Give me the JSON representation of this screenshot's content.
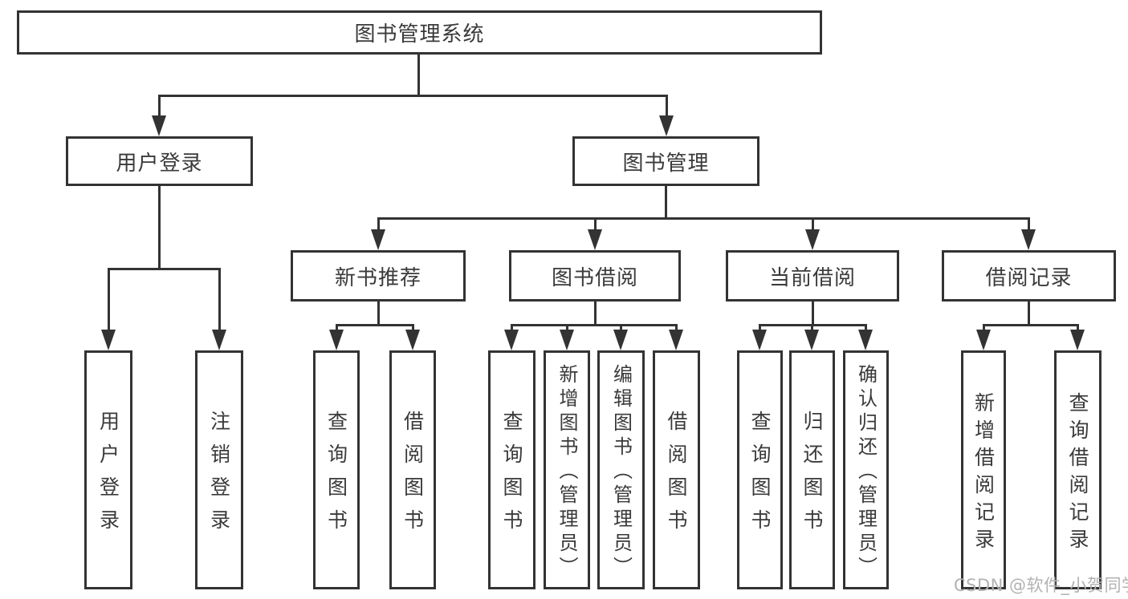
{
  "diagram_type": "hierarchy-tree",
  "colors": {
    "line": "#333333",
    "text": "#3a3a3a",
    "background": "#ffffff",
    "watermark": "#b2b2b2"
  },
  "tree": {
    "label": "图书管理系统",
    "children": [
      {
        "label": "用户登录",
        "children": [
          {
            "label": "用户登录"
          },
          {
            "label": "注销登录"
          }
        ]
      },
      {
        "label": "图书管理",
        "children": [
          {
            "label": "新书推荐",
            "children": [
              {
                "label": "查询图书"
              },
              {
                "label": "借阅图书"
              }
            ]
          },
          {
            "label": "图书借阅",
            "children": [
              {
                "label": "查询图书"
              },
              {
                "label": "新增图书（管理员）"
              },
              {
                "label": "编辑图书（管理员）"
              },
              {
                "label": "借阅图书"
              }
            ]
          },
          {
            "label": "当前借阅",
            "children": [
              {
                "label": "查询图书"
              },
              {
                "label": "归还图书"
              },
              {
                "label": "确认归还（管理员）"
              }
            ]
          },
          {
            "label": "借阅记录",
            "children": [
              {
                "label": "新增借阅记录"
              },
              {
                "label": "查询借阅记录"
              }
            ]
          }
        ]
      }
    ]
  },
  "watermark": "CSDN @软件_小贺同学"
}
